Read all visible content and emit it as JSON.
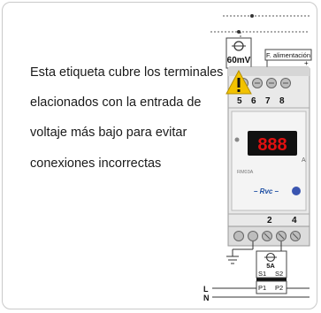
{
  "description": {
    "line1": "Esta etiqueta cubre los terminales",
    "line2": "elacionados con la entrada de",
    "line3": "voltaje más bajo para evitar",
    "line4": "conexiones incorrectas"
  },
  "device": {
    "input_label": "60mV",
    "supply_label": "F. alimentación",
    "supply_plus": "+",
    "top_terminals": [
      "5",
      "6",
      "7",
      "8"
    ],
    "display_value": "888",
    "display_unit": "A",
    "model_text": "RM03A",
    "brand": "– Rvc –",
    "bottom_terminals": [
      "2",
      "4"
    ],
    "shunt_label": "5A",
    "s1": "S1",
    "s2": "S2",
    "p1": "P1",
    "p2": "P2"
  },
  "wiring": {
    "line_l": "L",
    "line_n": "N"
  },
  "colors": {
    "warning": "#f2c200",
    "display_red": "#e01010",
    "device_body": "#e9e9e9"
  }
}
